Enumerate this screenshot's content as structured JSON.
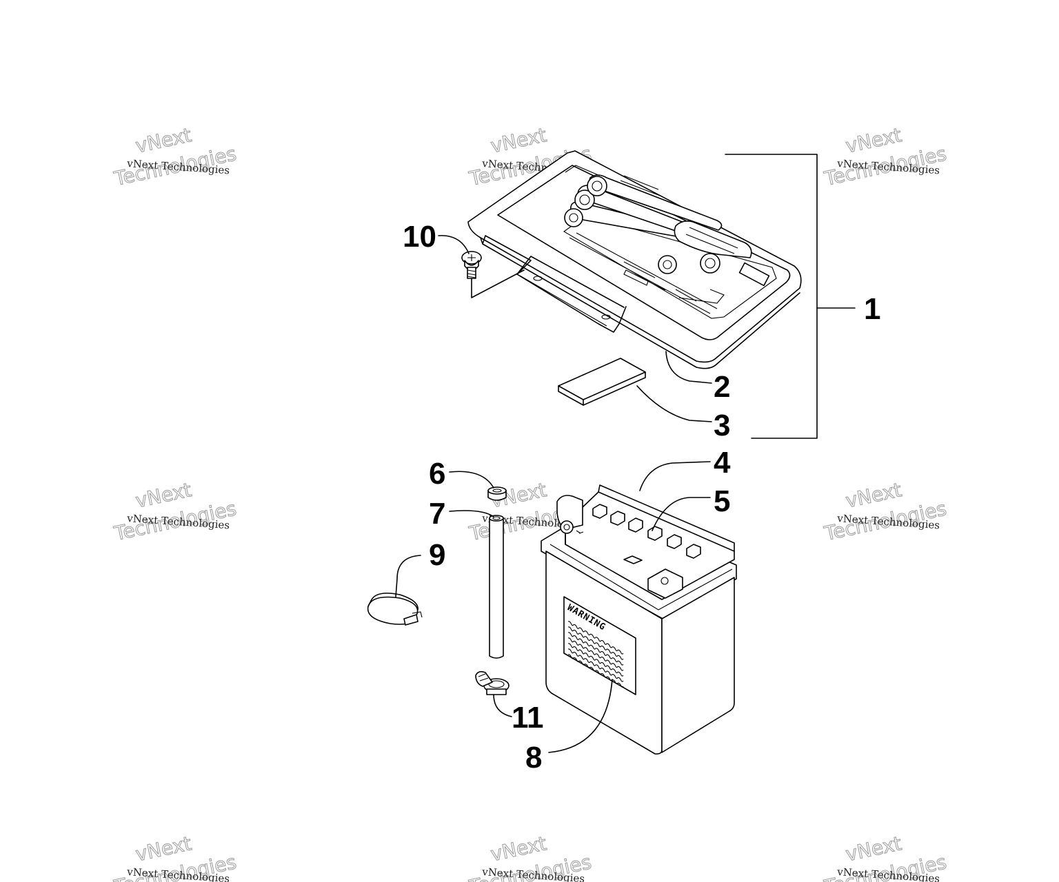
{
  "diagram": {
    "callouts": [
      {
        "id": "1",
        "label": "1"
      },
      {
        "id": "2",
        "label": "2"
      },
      {
        "id": "3",
        "label": "3"
      },
      {
        "id": "4",
        "label": "4"
      },
      {
        "id": "5",
        "label": "5"
      },
      {
        "id": "6",
        "label": "6"
      },
      {
        "id": "7",
        "label": "7"
      },
      {
        "id": "8",
        "label": "8"
      },
      {
        "id": "9",
        "label": "9"
      },
      {
        "id": "10",
        "label": "10"
      },
      {
        "id": "11",
        "label": "11"
      }
    ],
    "battery_label": "WARNING"
  },
  "watermark": {
    "line_small": "vNext Technologies",
    "line_big_1": "vNext",
    "line_big_2": "Technologies"
  }
}
